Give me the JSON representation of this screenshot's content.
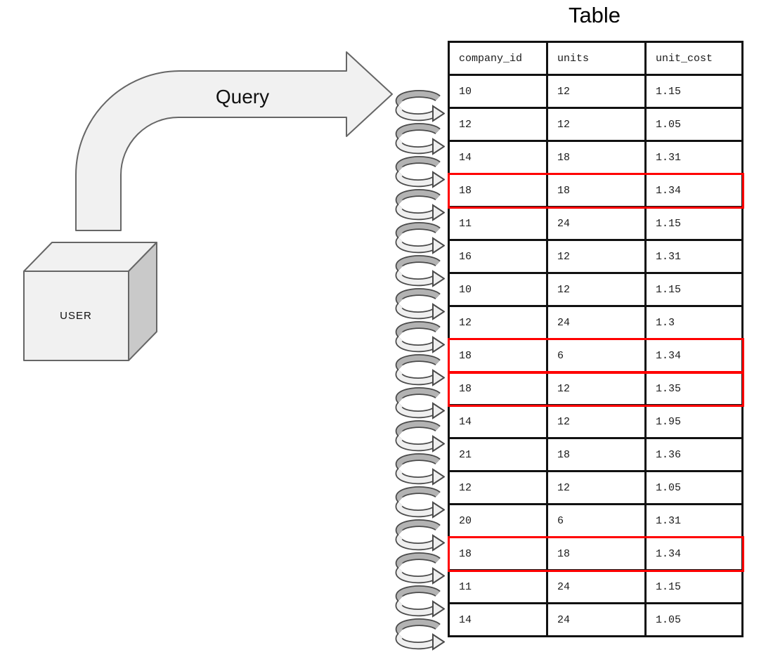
{
  "title": "Table",
  "user_box": {
    "label": "USER"
  },
  "query_arrow": {
    "label": "Query"
  },
  "table": {
    "columns": [
      "company_id",
      "units",
      "unit_cost"
    ],
    "rows": [
      [
        "10",
        "12",
        "1.15"
      ],
      [
        "12",
        "12",
        "1.05"
      ],
      [
        "14",
        "18",
        "1.31"
      ],
      [
        "18",
        "18",
        "1.34"
      ],
      [
        "11",
        "24",
        "1.15"
      ],
      [
        "16",
        "12",
        "1.31"
      ],
      [
        "10",
        "12",
        "1.15"
      ],
      [
        "12",
        "24",
        "1.3"
      ],
      [
        "18",
        "6",
        "1.34"
      ],
      [
        "18",
        "12",
        "1.35"
      ],
      [
        "14",
        "12",
        "1.95"
      ],
      [
        "21",
        "18",
        "1.36"
      ],
      [
        "12",
        "12",
        "1.05"
      ],
      [
        "20",
        "6",
        "1.31"
      ],
      [
        "18",
        "18",
        "1.34"
      ],
      [
        "11",
        "24",
        "1.15"
      ],
      [
        "14",
        "24",
        "1.05"
      ]
    ],
    "highlighted_rows": [
      3,
      8,
      9,
      14
    ]
  },
  "loop_arrows": {
    "count": 17
  },
  "colors": {
    "highlight_red": "#ff0000",
    "grid_black": "#111111",
    "shape_fill": "#f1f1f1",
    "shape_stroke": "#666666",
    "cube_side_fill": "#c9c9c9",
    "loop_dark_fill": "#b3b3b3",
    "loop_light_fill": "#efefef",
    "loop_outline": "#4a4a4a"
  }
}
